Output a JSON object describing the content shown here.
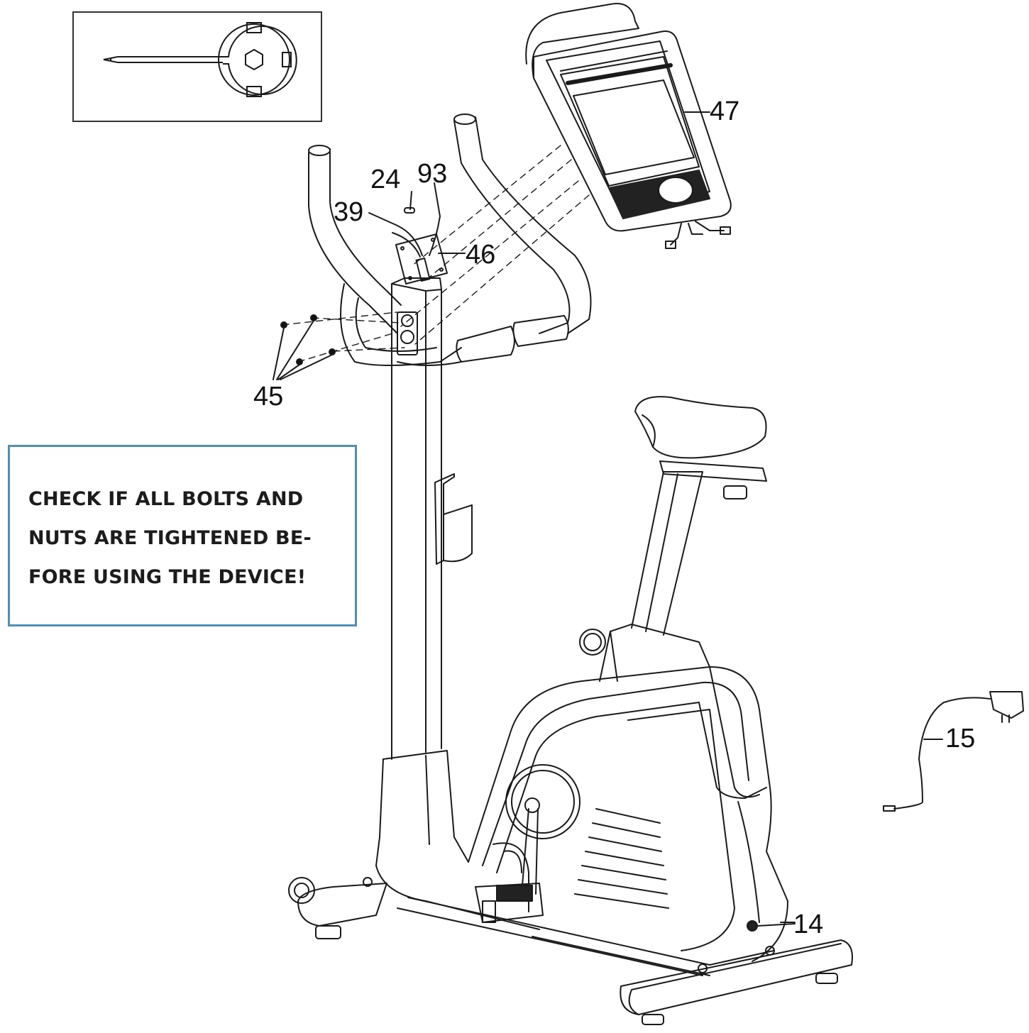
{
  "diagram": {
    "labels": {
      "p47": "47",
      "p24": "24",
      "p93": "93",
      "p39": "39",
      "p46": "46",
      "p45": "45",
      "p15": "15",
      "p14": "14"
    },
    "warning": {
      "line1": "CHECK IF ALL BOLTS AND",
      "line2": "NUTS ARE TIGHTENED BE-",
      "line3": "FORE USING THE  DEVICE!"
    },
    "colors": {
      "line": "#1a1a1a",
      "warning_border": "#4f8fb5",
      "warning_text": "#1c1c1c"
    },
    "icons": {
      "tool": "screwdriver-wrench-icon",
      "power_adapter": "power-adapter-icon"
    }
  }
}
